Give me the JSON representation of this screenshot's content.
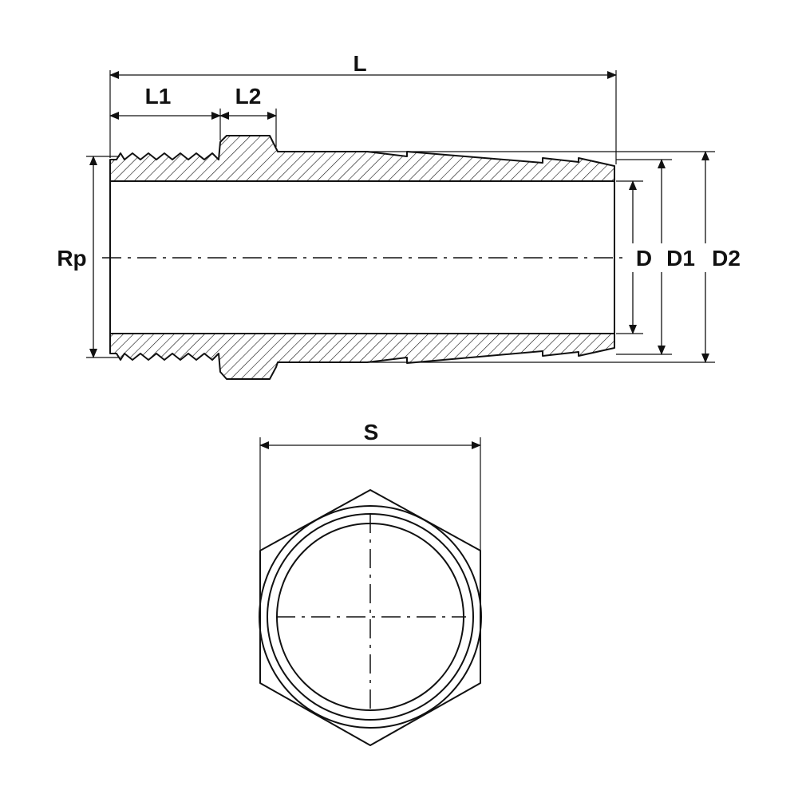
{
  "labels": {
    "L": "L",
    "L1": "L1",
    "L2": "L2",
    "Rp": "Rp",
    "D": "D",
    "D1": "D1",
    "D2": "D2",
    "S": "S"
  }
}
